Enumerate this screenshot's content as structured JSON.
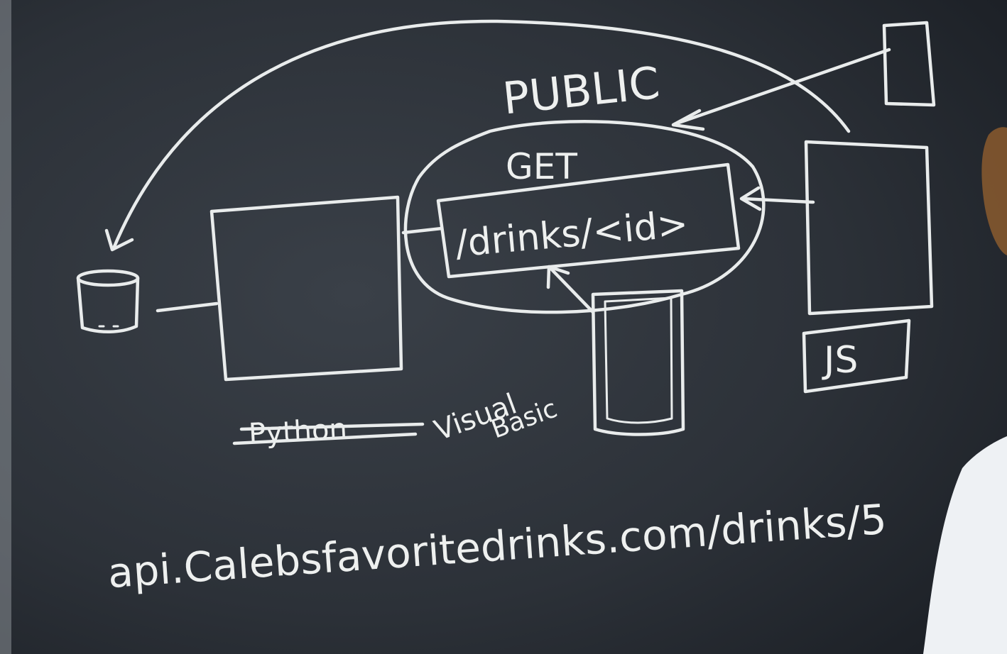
{
  "board": {
    "public_label": "PUBLIC",
    "method_label": "GET",
    "endpoint_label": "/drinks/<id>",
    "client_label": "JS",
    "struck_language": "Python",
    "language_line1": "Visual",
    "language_line2": "Basic",
    "url_text": "api.Calebsfavoritedrinks.com/drinks/5"
  },
  "colors": {
    "board": "#2b3036",
    "chalk": "#e9ecec"
  }
}
